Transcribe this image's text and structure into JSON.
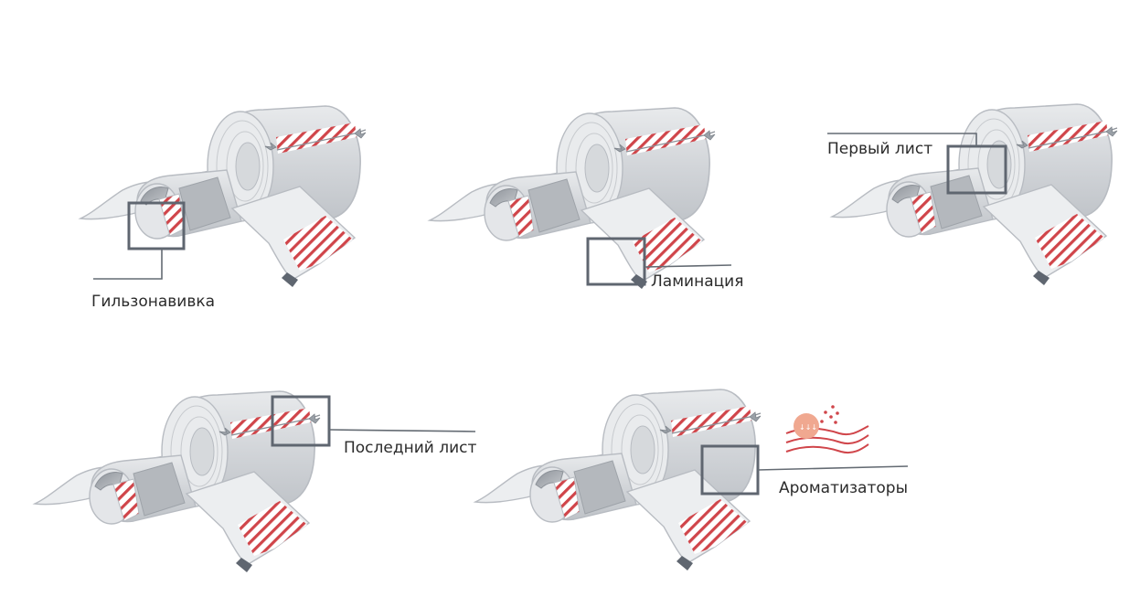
{
  "labels": {
    "step1": "Гильзонавивка",
    "step2": "Ламинация",
    "step3": "Первый лист",
    "step4": "Последний лист",
    "step5": "Ароматизаторы"
  },
  "colors": {
    "stripe": "#d0454a",
    "outline": "#b8bcc2",
    "tube_light": "#dfe1e4",
    "tube_dark": "#a7abb1",
    "sheet": "#e9ebee",
    "highlight_box": "#5f6670",
    "leader_line": "#646b73",
    "flavor_circle": "#f0a890"
  }
}
